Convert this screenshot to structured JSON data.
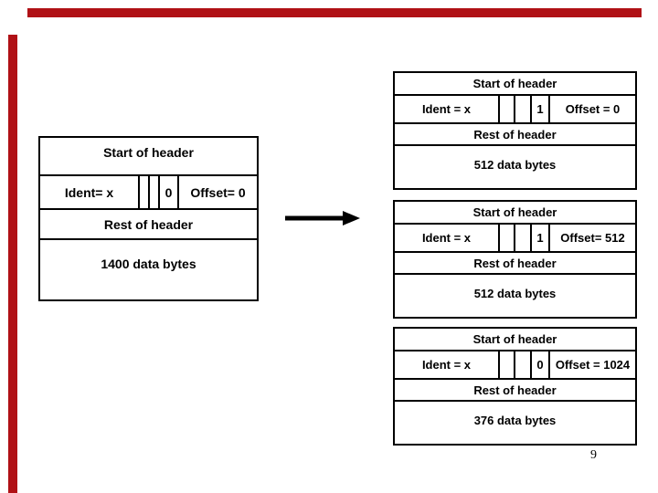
{
  "slide": {
    "background": "#ffffff",
    "accent_bar_color": "#b01116",
    "page_number": "9"
  },
  "original_packet": {
    "header_label": "Start of header",
    "ident_label": "Ident= x",
    "flags_value": "0",
    "offset_label": "Offset= 0",
    "rest_label": "Rest of header",
    "data_label": "1400 data bytes"
  },
  "fragments": [
    {
      "header_label": "Start of header",
      "ident_label": "Ident = x",
      "flags_value": "1",
      "offset_label": "Offset = 0",
      "rest_label": "Rest of header",
      "data_label": "512 data bytes"
    },
    {
      "header_label": "Start of header",
      "ident_label": "Ident = x",
      "flags_value": "1",
      "offset_label": "Offset= 512",
      "rest_label": "Rest of header",
      "data_label": "512 data bytes"
    },
    {
      "header_label": "Start of header",
      "ident_label": "Ident = x",
      "flags_value": "0",
      "offset_label": "Offset = 1024",
      "rest_label": "Rest of header",
      "data_label": "376 data bytes"
    }
  ]
}
